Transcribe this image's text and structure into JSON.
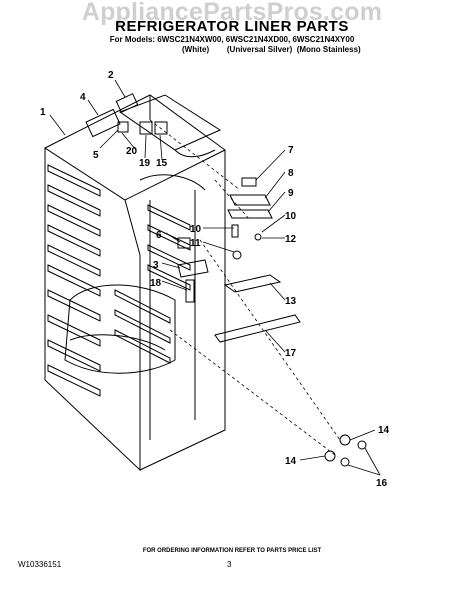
{
  "watermark": "AppliancePartsPros.com",
  "title": "REFRIGERATOR LINER PARTS",
  "models_line": "For Models: 6WSC21N4XW00, 6WSC21N4XD00, 6WSC21N4XY00",
  "variants_line": "(White)        (Universal Silver)  (Mono Stainless)",
  "callouts": [
    "1",
    "2",
    "3",
    "4",
    "5",
    "6",
    "7",
    "8",
    "9",
    "10",
    "10",
    "11",
    "12",
    "13",
    "14",
    "14",
    "15",
    "16",
    "17",
    "18",
    "19",
    "20"
  ],
  "footer_note": "FOR ORDERING INFORMATION REFER TO PARTS PRICE LIST",
  "doc_number": "W10336151",
  "page_number": "3"
}
